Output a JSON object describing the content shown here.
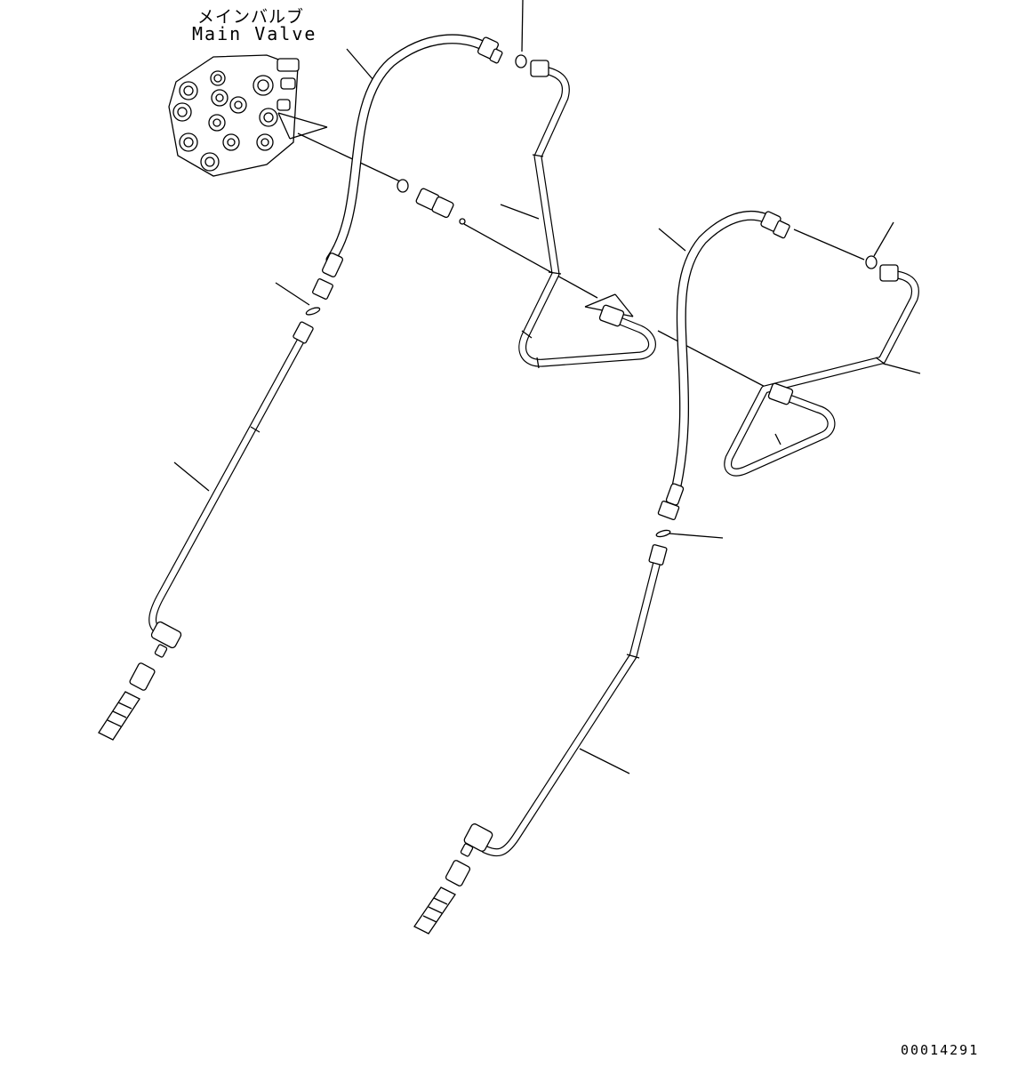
{
  "labels": {
    "main_valve_jp": "メインバルブ",
    "main_valve_en": "Main Valve",
    "drawing_number": "00014291"
  },
  "colors": {
    "line": "#000000",
    "background": "#ffffff"
  }
}
